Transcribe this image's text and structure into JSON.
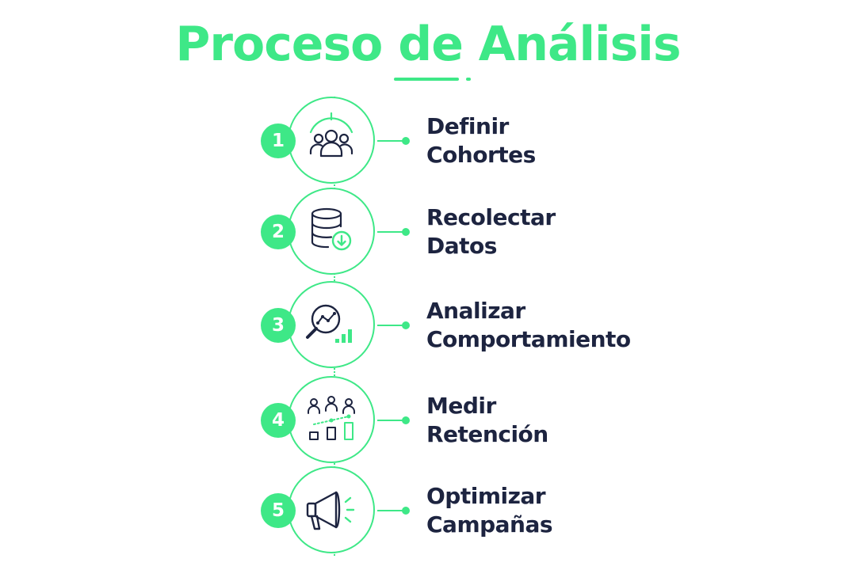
{
  "title": "Proceso de Análisis",
  "colors": {
    "accent": "#3ee887",
    "text": "#1d2440",
    "background": "#ffffff"
  },
  "steps": [
    {
      "number": "1",
      "icon": "people-group-icon",
      "line1": "Definir",
      "line2": "Cohortes"
    },
    {
      "number": "2",
      "icon": "database-download-icon",
      "line1": "Recolectar",
      "line2": "Datos"
    },
    {
      "number": "3",
      "icon": "magnifier-chart-icon",
      "line1": "Analizar",
      "line2": "Comportamiento"
    },
    {
      "number": "4",
      "icon": "users-bar-chart-icon",
      "line1": "Medir",
      "line2": "Retención"
    },
    {
      "number": "5",
      "icon": "megaphone-icon",
      "line1": "Optimizar",
      "line2": "Campañas"
    }
  ]
}
